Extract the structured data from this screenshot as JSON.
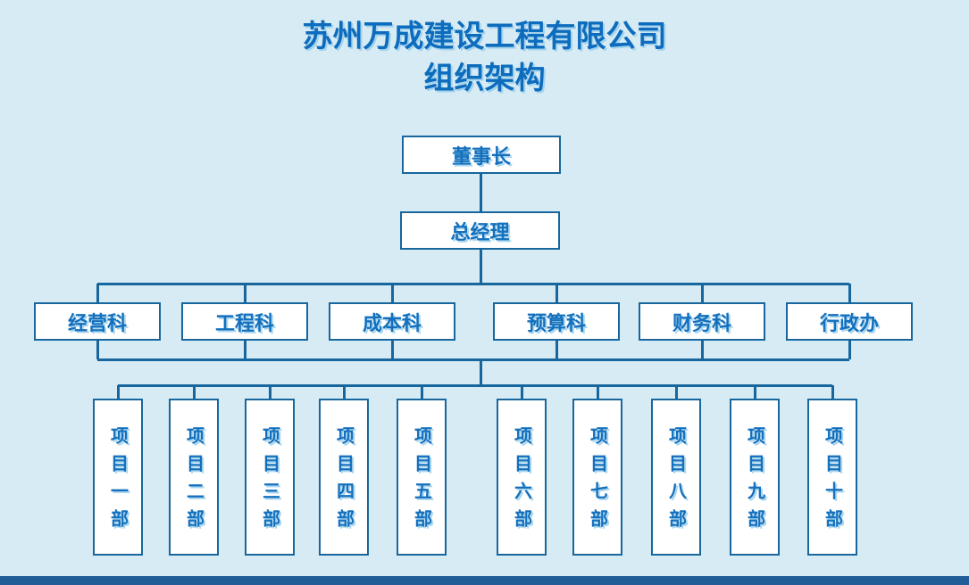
{
  "title": {
    "line1": "苏州万成建设工程有限公司",
    "line2": "组织架构"
  },
  "org": {
    "chairman": "董事长",
    "general_manager": "总经理",
    "departments": [
      "经营科",
      "工程科",
      "成本科",
      "预算科",
      "财务科",
      "行政办"
    ],
    "projects": [
      "项目一部",
      "项目二部",
      "项目三部",
      "项目四部",
      "项目五部",
      "项目六部",
      "项目七部",
      "项目八部",
      "项目九部",
      "项目十部"
    ]
  },
  "colors": {
    "background": "#d7ebf4",
    "box_fill": "#ffffff",
    "box_border": "#17679e",
    "connector_line": "#17679e",
    "node_text": "#1470bd",
    "title_text": "#0d6cbd",
    "bottom_bar": "#205d99"
  }
}
